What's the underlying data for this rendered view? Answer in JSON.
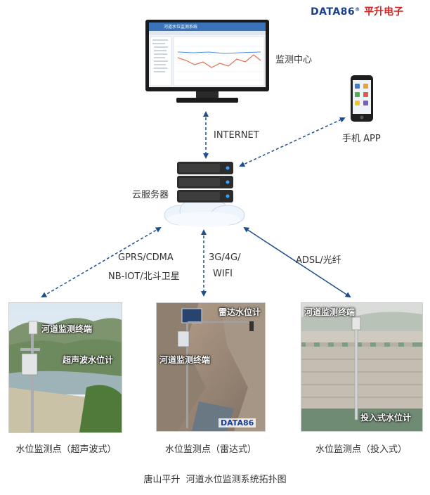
{
  "brand": {
    "en": "DATA86",
    "reg": "®",
    "cn": "平升电子"
  },
  "monitor_center": {
    "label": "监测中心",
    "window_title": "河道水位监测系统"
  },
  "phone": {
    "label": "手机 APP"
  },
  "cloud_server": {
    "label": "云服务器"
  },
  "links": {
    "internet": "INTERNET",
    "gprs_line1": "GPRS/CDMA",
    "gprs_line2": "NB-IOT/北斗卫星",
    "g4_line1": "3G/4G/",
    "g4_line2": "WIFI",
    "adsl": "ADSL/光纤"
  },
  "stations": [
    {
      "caption": "水位监测点（超声波式）",
      "terminal": "河道监测终端",
      "sensor": "超声波水位计"
    },
    {
      "caption": "水位监测点（雷达式）",
      "terminal": "河道监测终端",
      "sensor": "雷达水位计",
      "watermark": "DATA86"
    },
    {
      "caption": "水位监测点（投入式）",
      "terminal": "河道监测终端",
      "sensor": "投入式水位计"
    }
  ],
  "footer": {
    "title": "唐山平升  河道水位监测系统拓扑图"
  },
  "colors": {
    "link": "#1d4f8c",
    "brand_blue": "#1a3f8f",
    "brand_red": "#d62020",
    "overlay_text": "#ffffff"
  }
}
